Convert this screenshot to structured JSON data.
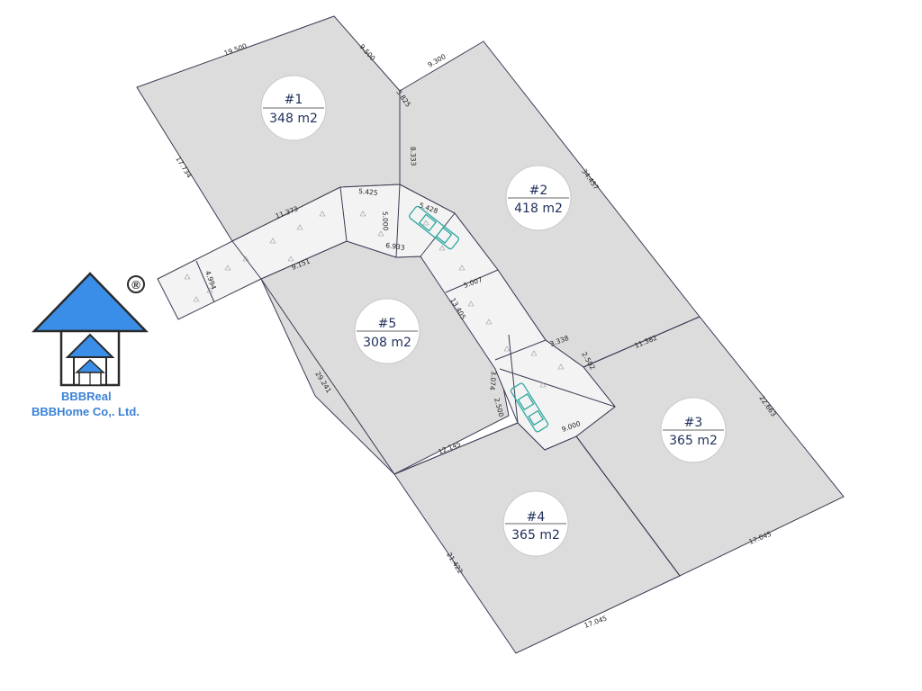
{
  "logo": {
    "name": "BBBReal",
    "company": "BBBHome Co,. Ltd.",
    "registered_mark": "®",
    "color": "#3b8ee8"
  },
  "lots": [
    {
      "id": "#1",
      "area": "348 m2"
    },
    {
      "id": "#2",
      "area": "418 m2"
    },
    {
      "id": "#3",
      "area": "365 m2"
    },
    {
      "id": "#4",
      "area": "365 m2"
    },
    {
      "id": "#5",
      "area": "308 m2"
    }
  ],
  "dimensions": [
    "19.500",
    "9.500",
    "9.300",
    "3.825",
    "17.734",
    "8.333",
    "34.457",
    "5.425",
    "5.428",
    "11.373",
    "5.000",
    "6.933",
    "9.151",
    "4.994",
    "5.007",
    "13.405",
    "29.241",
    "3.338",
    "2.502",
    "11.382",
    "3.074",
    "2.500",
    "9.000",
    "12.145",
    "22.663",
    "17.045",
    "21.422",
    "17.045"
  ]
}
